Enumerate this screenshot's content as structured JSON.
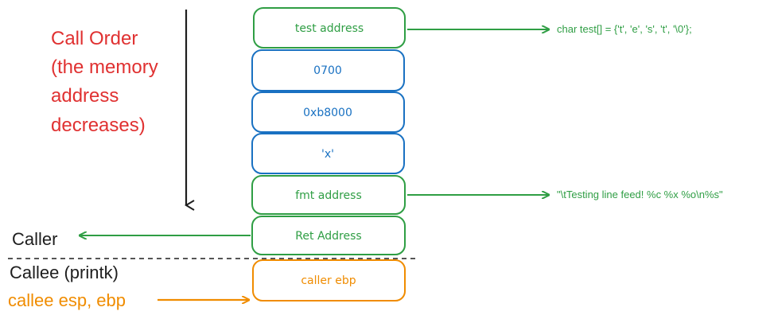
{
  "title_lines": [
    "Call Order",
    "(the memory",
    "address",
    "decreases)"
  ],
  "stack": [
    {
      "label": "test address",
      "color": "green"
    },
    {
      "label": "0700",
      "color": "blue"
    },
    {
      "label": "0xb8000",
      "color": "blue"
    },
    {
      "label": "'x'",
      "color": "blue"
    },
    {
      "label": "fmt address",
      "color": "green"
    },
    {
      "label": "Ret Address",
      "color": "green"
    },
    {
      "label": "caller ebp",
      "color": "orange"
    }
  ],
  "notes": {
    "test": "char test[] = {'t', 'e', 's', 't', '\\0'};",
    "fmt": "\"\\tTesting line feed! %c %x %o\\n%s\""
  },
  "labels": {
    "caller": "Caller",
    "callee": "Callee (printk)",
    "callee_regs": "callee esp, ebp"
  },
  "colors": {
    "green": "#2f9e44",
    "blue": "#1971c2",
    "orange": "#f08c00",
    "red": "#e03131",
    "black": "#1e1e1e"
  }
}
